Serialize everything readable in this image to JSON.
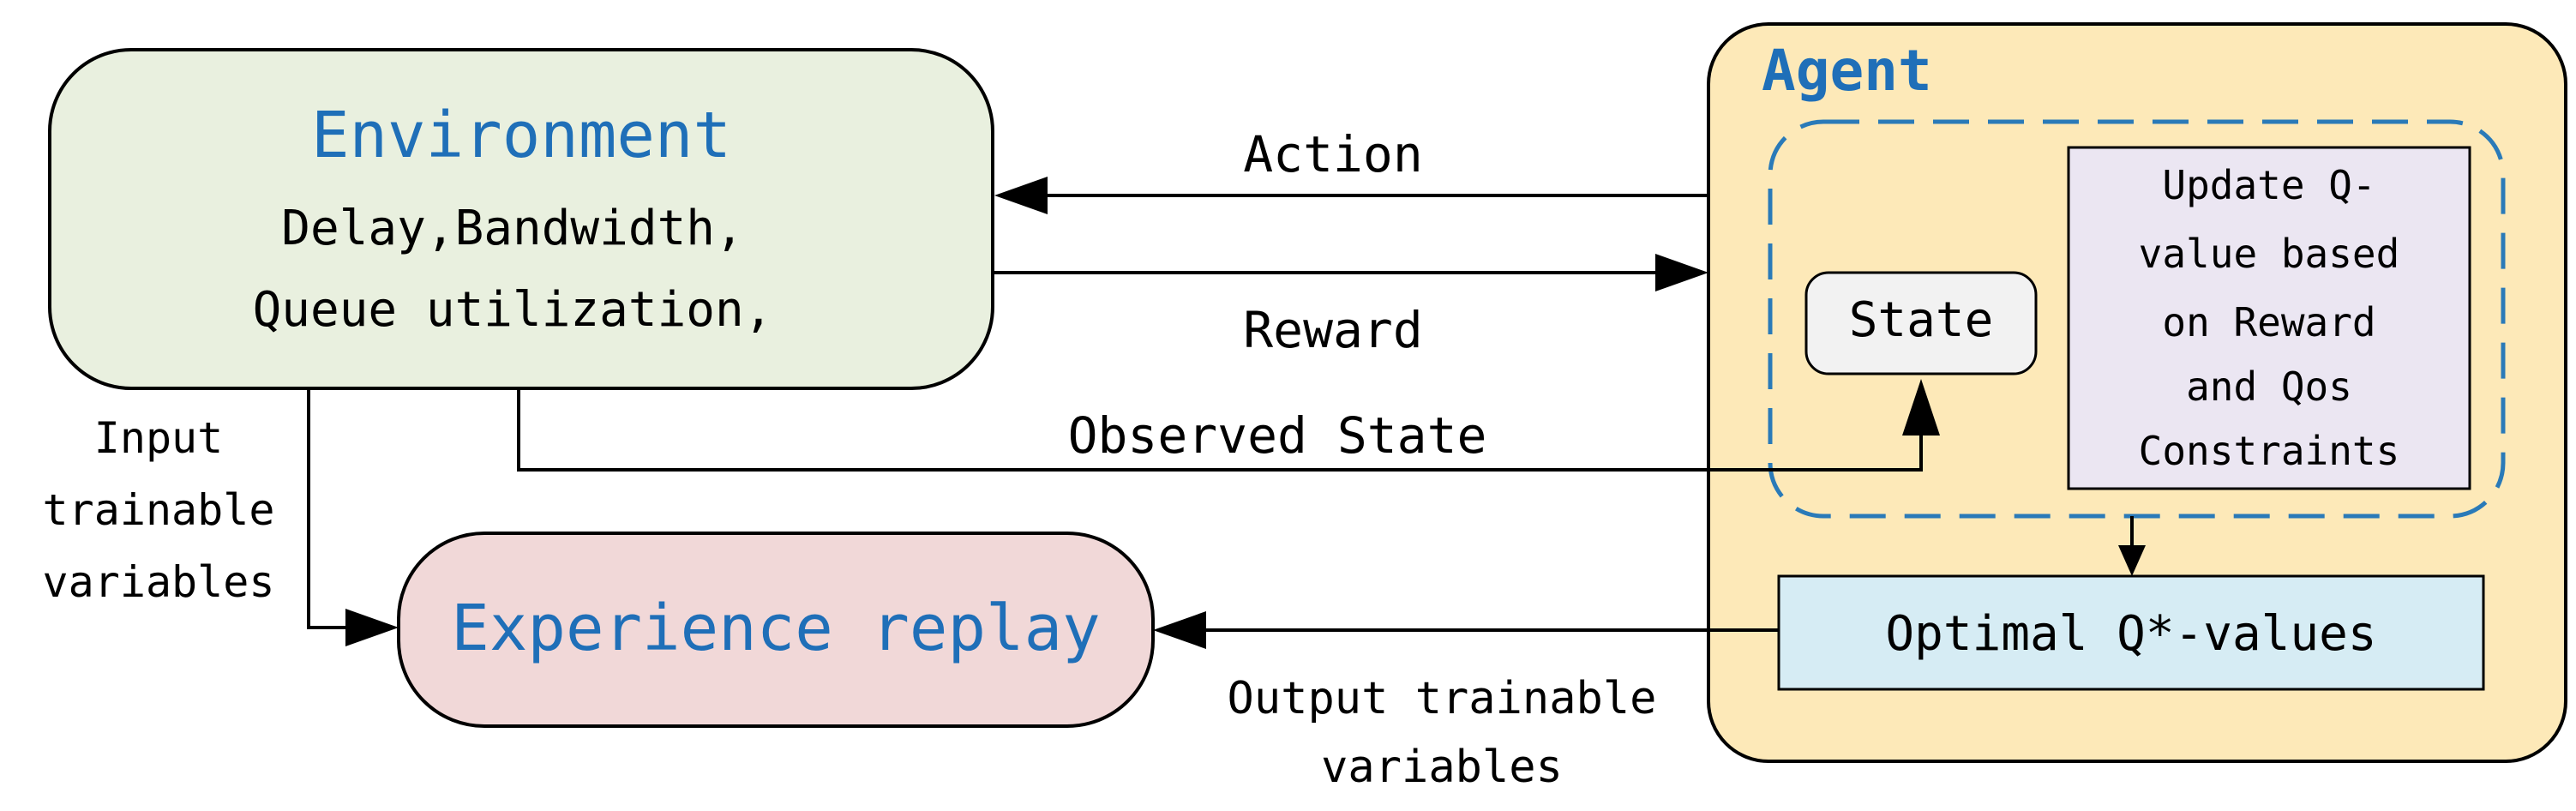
{
  "environment": {
    "title": "Environment",
    "line1": "Delay,Bandwidth,",
    "line2": "Queue utilization,"
  },
  "agent": {
    "title": "Agent",
    "state_label": "State",
    "update_lines": [
      "Update Q-",
      "value based",
      "on Reward",
      "and Qos",
      "Constraints"
    ],
    "optimal_label": "Optimal Q*-values"
  },
  "experience_replay": {
    "label": "Experience replay"
  },
  "arrows": {
    "action": "Action",
    "reward": "Reward",
    "observed_state": "Observed State",
    "input_lines": [
      "Input",
      "trainable",
      "variables"
    ],
    "output_lines": [
      "Output trainable",
      "variables"
    ]
  },
  "colors": {
    "environment_fill": "#e9f0df",
    "agent_fill": "#fde9b8",
    "experience_fill": "#f1d8d8",
    "state_fill": "#f2f2f2",
    "update_fill": "#ebe6f2",
    "optimal_fill": "#d6ecf4",
    "title_blue": "#1f6fb8",
    "dashed_blue": "#2a7ab8"
  }
}
